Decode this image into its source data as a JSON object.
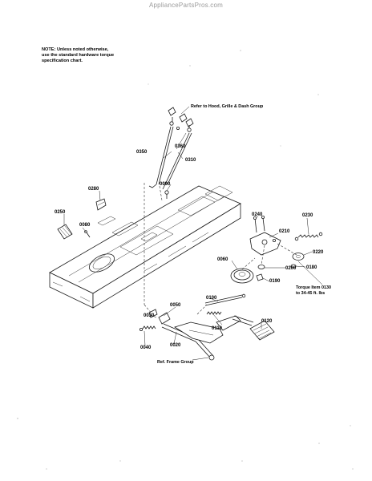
{
  "watermark": "AppliancePartsPros.com",
  "note": {
    "line1": "NOTE: Unless noted otherwise,",
    "line2": "use the standard hardware torque",
    "line3": "specification chart."
  },
  "callouts": {
    "refer_hood": "Refer to Hood, Grille & Dash Group",
    "ref_frame": "Ref. Frame Group",
    "torque_line1": "Torque Item 0130",
    "torque_line2": "to 34-45 ft. lbs"
  },
  "part_labels": {
    "p0350": "0350",
    "p0360": "0360",
    "p0310": "0310",
    "p0090": "0090",
    "p0280": "0280",
    "p0250": "0250",
    "p0080": "0080",
    "p0240": "0240",
    "p0230": "0230",
    "p0210": "0210",
    "p0220": "0220",
    "p0060": "0060",
    "p0200": "0200",
    "p0180": "0180",
    "p0190": "0190",
    "p0100": "0100",
    "p0050": "0050",
    "p0030": "0030",
    "p0110": "0110",
    "p0120": "0120",
    "p0040": "0040",
    "p0020": "0020"
  }
}
